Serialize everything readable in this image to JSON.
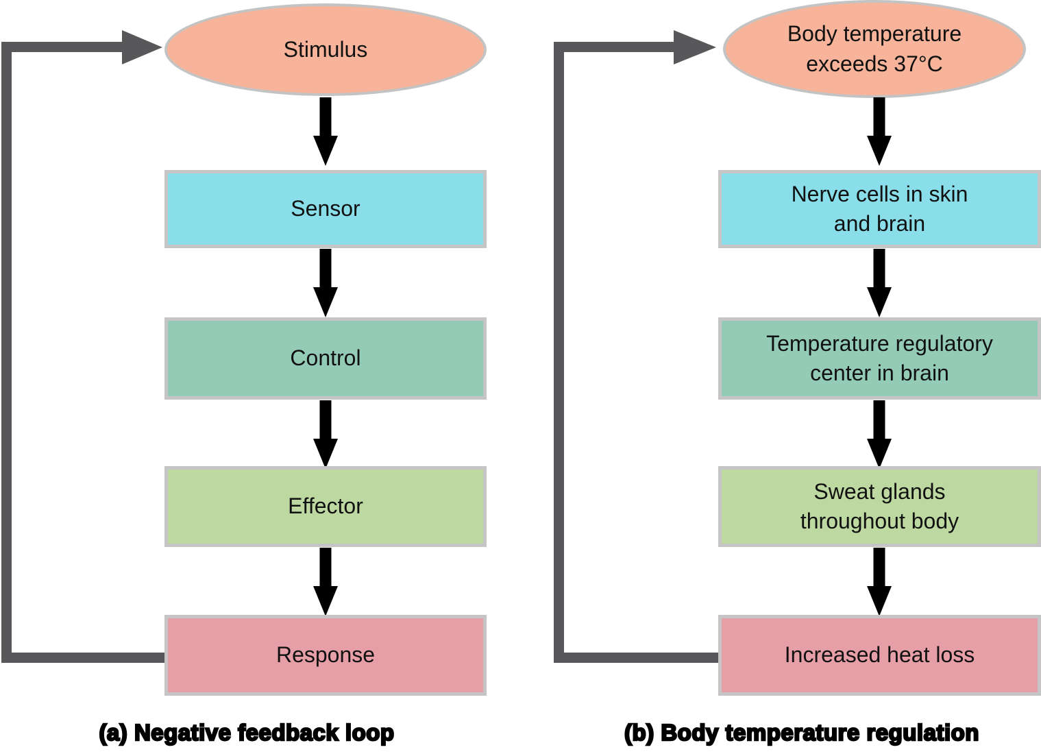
{
  "figure": {
    "type": "flow-diagram",
    "description": "Negative feedback loop diagram with generic loop (a) and body temperature regulation example (b)"
  },
  "colors": {
    "stimulus_fill": "#f7b49a",
    "sensor_fill": "#89deea",
    "control_fill": "#94cbb6",
    "effector_fill": "#bdd9a1",
    "response_fill": "#e69ea7",
    "shape_border": "#c5c5c5",
    "loop_arrow": "#58585a",
    "flow_arrow": "#000000"
  },
  "diagrams": [
    {
      "id": "a",
      "stimulus": "Stimulus",
      "boxes": [
        {
          "label": "Sensor"
        },
        {
          "label": "Control"
        },
        {
          "label": "Effector"
        },
        {
          "label": "Response"
        }
      ],
      "caption": "(a) Negative feedback loop"
    },
    {
      "id": "b",
      "stimulus": "Body temperature\nexceeds 37°C",
      "boxes": [
        {
          "label": "Nerve cells in skin\nand brain"
        },
        {
          "label": "Temperature regulatory\ncenter in brain"
        },
        {
          "label": "Sweat glands\nthroughout body"
        },
        {
          "label": "Increased heat loss"
        }
      ],
      "caption": "(b) Body temperature regulation"
    }
  ]
}
